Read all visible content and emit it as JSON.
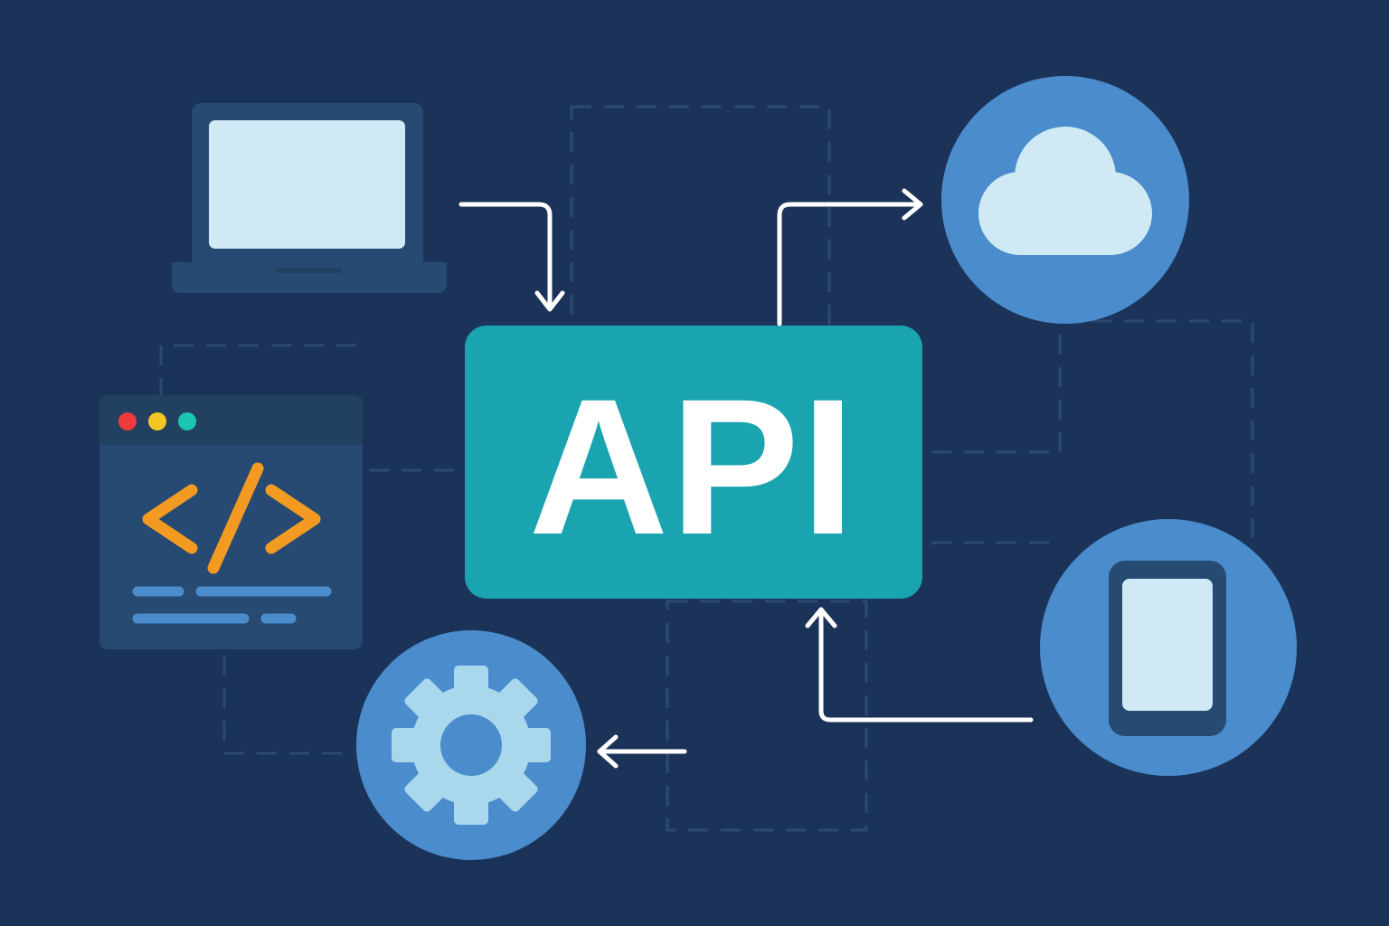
{
  "api_node": {
    "label": "API"
  },
  "nodes": [
    {
      "id": "client-laptop",
      "icon": "laptop-icon"
    },
    {
      "id": "code-editor",
      "icon": "code-window-icon",
      "code_symbol": "</>"
    },
    {
      "id": "cloud-service",
      "icon": "cloud-icon"
    },
    {
      "id": "mobile-app",
      "icon": "smartphone-icon"
    },
    {
      "id": "settings-service",
      "icon": "gear-icon"
    }
  ],
  "connections": [
    {
      "from": "client-laptop",
      "to": "api"
    },
    {
      "from": "api",
      "to": "cloud-service"
    },
    {
      "from": "mobile-app",
      "to": "api"
    },
    {
      "from": "api",
      "to": "settings-service"
    }
  ],
  "colors": {
    "background": "#1b3358",
    "panel": "#264a72",
    "panel_bar": "#22405f",
    "api_box": "#19a4b0",
    "api_text": "#ffffff",
    "circle": "#4a8ccc",
    "icon_light": "#cfeaf4",
    "gear": "#a9d7ec",
    "arrow": "#ffffff",
    "dashed_grid": "#2d4a70",
    "code_orange": "#f39a22",
    "code_line": "#4a8ccc",
    "dot_red": "#ef3b3b",
    "dot_yellow": "#f4c623",
    "dot_teal": "#1bc6b0"
  }
}
